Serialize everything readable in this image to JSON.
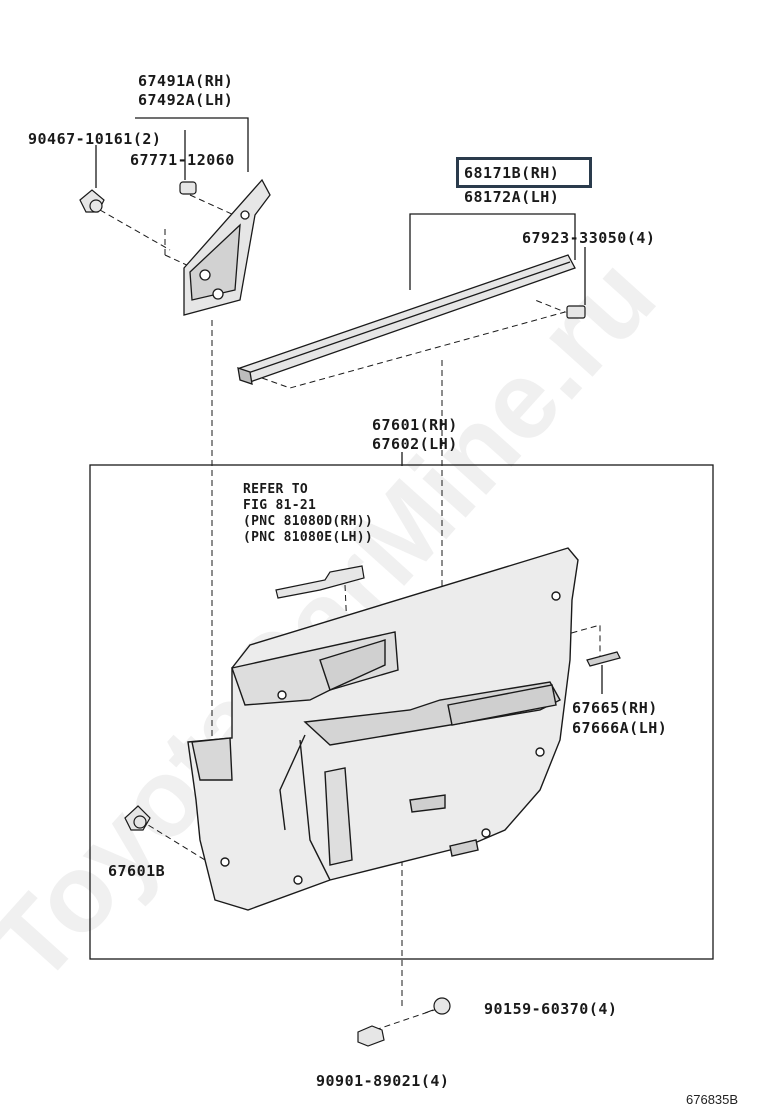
{
  "watermark": "ToyotaCarMine.ru",
  "figure_id": "676835B",
  "colors": {
    "line": "#1a1a1a",
    "part_fill": "#e6e6e6",
    "highlight": "#2a3b4c"
  },
  "labels": {
    "garnish_rh": "67491A(RH)",
    "garnish_lh": "67492A(LH)",
    "screw_top": "90467-10161(2)",
    "clip_top": "67771-12060",
    "weatherstrip_rh": "68171B(RH)",
    "weatherstrip_lh": "68172A(LH)",
    "weatherstrip_clip": "67923-33050(4)",
    "trim_rh": "67601(RH)",
    "trim_lh": "67602(LH)",
    "refer_1": "REFER TO",
    "refer_2": "FIG 81-21",
    "refer_3": "(PNC 81080D(RH))",
    "refer_4": "(PNC 81080E(LH))",
    "pad_rh": "67665(RH)",
    "pad_lh": "67666A(LH)",
    "trim_clip": "67601B",
    "screw_bottom": "90159-60370(4)",
    "clip_bottom": "90901-89021(4)"
  }
}
